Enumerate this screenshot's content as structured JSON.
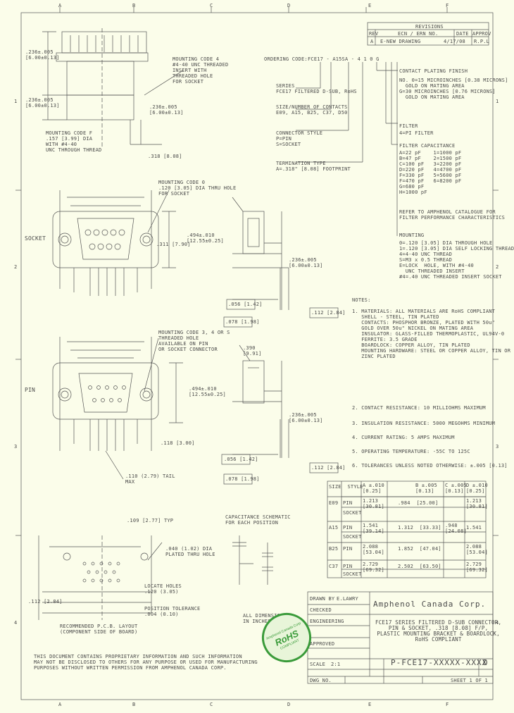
{
  "zones": {
    "top": [
      "A",
      "B",
      "C",
      "D",
      "E",
      "F"
    ],
    "bottom": [
      "A",
      "B",
      "C",
      "D",
      "E",
      "F"
    ],
    "side": [
      "1",
      "2",
      "3",
      "4"
    ]
  },
  "revisions": {
    "title": "REVISIONS",
    "headers": [
      "REV",
      "ECN / ERN NO.",
      "DATE",
      "APPROV"
    ],
    "row": [
      "A",
      "E-NEW DRAWING",
      "4/17/08",
      "R.P.L"
    ]
  },
  "ordering": {
    "label": "ORDERING CODE:",
    "code": "FCE17 - A15SA - 4 1 0 G",
    "series": "SERIES\nFCE17 FILTERED D-SUB, RoHS",
    "size": "SIZE/NUMBER OF CONTACTS\nE09, A15, B25, C37, D50",
    "connector_style": "CONNECTOR STYLE\nP=PIN\nS=SOCKET",
    "termination": "TERMINATION TYPE\nA=.318\" [8.08] FOOTPRINT",
    "plating_title": "CONTACT PLATING FINISH",
    "plating": "NO. 0=15 MICROINCHES [0.38 MICRONS]\n  GOLD ON MATING AREA\nG=30 MICROINCHES [0.76 MICRONS]\n  GOLD ON MATING AREA",
    "filter_title": "FILTER",
    "filter": "4=PI FILTER",
    "cap_title": "FILTER CAPACITANCE",
    "cap_values": "A=22 pF    1=1000 pF\nB=47 pF    2=1500 pF\nC=100 pF   3=2200 pF\nD=220 pF   4=4700 pF\nF=330 pF   5=5600 pF\nF=470 pF   6=8200 pF\nG=680 pF\nH=1000 pF",
    "refer": "REFER TO AMPHENOL CATALOGUE FOR\nFILTER PERFORMANCE CHARACTERISTICS",
    "mounting_title": "MOUNTING",
    "mounting": "0=.120 [3.05] DIA THROUGH HOLE\n1=.120 [3.05] DIA SELF LOCKING THREAD\n4=4-40 UNC THREAD\nS=M3 x 0.5 THREAD\nE=LOCK  HOLE, WITH #4-40\n  UNC THREADED INSERT\n#4=.40 UNC THREADED INSERT SOCKET"
  },
  "notes": {
    "title": "NOTES:",
    "items": [
      "1. MATERIALS: ALL MATERIALS ARE RoHS COMPLIANT\n   SHELL - STEEL, TIN PLATED\n   CONTACTS: PHOSPHOR BRONZE, PLATED WITH 50u\"\n   GOLD OVER 50u\" NICKEL ON MATING AREA\n   INSULATOR: GLASS-FILLED THERMOPLASTIC, UL94V-0\n   FERRITE: 3.5 GRADE\n   BOARDLOCK: COPPER ALLOY, TIN PLATED\n   MOUNTING HARDWARE: STEEL OR COPPER ALLOY, TIN OR\n   ZINC PLATED",
      "2. CONTACT RESISTANCE: 10 MILLIOHMS MAXIMUM",
      "3. INSULATION RESISTANCE: 5000 MEGOHMS MINIMUM",
      "4. CURRENT RATING: 5 AMPS MAXIMUM",
      "5. OPERATING TEMPERATURE: -55C TO 125C",
      "6. TOLERANCES UNLESS NOTED OTHERWISE: ±.005 [0.13]"
    ]
  },
  "dim_table": {
    "headers": [
      "SIZE  STYLE",
      "A ±.010\n[0.25]",
      "B ±.005\n[0.13]",
      "C ±.005\n[0.13]",
      "D ±.010\n[0.25]"
    ],
    "rows": [
      [
        "E09",
        "PIN",
        "1.213\n[30.81]",
        ".984  [25.00]",
        "",
        "1.213\n[30.81]"
      ],
      [
        "",
        "SOCKET",
        "",
        "",
        "",
        ""
      ],
      [
        "A15",
        "PIN",
        "1.541\n[39.14]",
        "1.312  [33.33]",
        ".948\n[24.08]",
        "1.541"
      ],
      [
        "",
        "SOCKET",
        "",
        "",
        "",
        ""
      ],
      [
        "B25",
        "PIN",
        "2.088\n[53.04]",
        "1.852  [47.04]",
        "",
        "2.088\n[53.04]"
      ],
      [
        "C37",
        "PIN",
        "2.729\n[69.32]",
        "2.502  [63.50]",
        "",
        "2.729\n[69.32]"
      ],
      [
        "",
        "SOCKET",
        "",
        "",
        "",
        ""
      ]
    ]
  },
  "labels": {
    "socket": "SOCKET",
    "pin": "PIN",
    "mounting_code_socket": "MOUNTING CODE 4\n#4-40 UNC THREADED\nINSERT WITH\nTHREADED HOLE\nFOR SOCKET",
    "mounting_code_0": "MOUNTING CODE 0\n.120 [3.05] DIA THRU HOLE\nFOR SOCKET",
    "mounting_code_f": "MOUNTING CODE F\n.157 [3.99] DIA\nWITH #4-40\nUNC THROUGH THREAD",
    "mounting_code_3": "MOUNTING CODE 3, 4 OR S\nTHREADED HOLE\nAVAILABLE ON PIN\nOR SOCKET CONNECTOR",
    "dim_318": ".318 [8.08]",
    "dim_494": ".494±.010\n[12.55±0.25]",
    "dim_311": ".311 [7.90]",
    "dim_236": ".236±.005\n[6.00±0.13]",
    "dim_112": ".112 [2.84]",
    "dim_056": ".056 [1.42]",
    "dim_078": ".078 [1.98]",
    "dim_390": ".390\n[9.91]",
    "dim_118": ".118 [3.00]",
    "capacitance": "CAPACITANCE SCHEMATIC\nFOR EACH POSITION",
    "board_layout": "RECOMMENDED P.C.B. LAYOUT\n(COMPONENT SIDE OF BOARD)",
    "locate_holes": "LOCATE HOLES\n.120 (3.05)",
    "position_tol": "POSITION TOLERANCE\n.004 (0.10)",
    "dia_hole": ".040 (1.02) DIA\nPLATED THRU HOLE",
    "eq_space": ".109 [2.77] TYP",
    "dims_note": "ALL DIMENSIONS\nIN INCHES [MM]",
    "pitch": ".112 [2.84]",
    "pc_tail": ".110 (2.79) TAIL\nMAX"
  },
  "title_block": {
    "drawn_by_label": "DRAWN BY",
    "drawn_by": "E.LAWRY",
    "checked_label": "CHECKED",
    "eng_label": "ENGINEERING",
    "approved_label": "APPROVED",
    "company": "Amphenol Canada Corp.",
    "description": "FCE17 SERIES FILTERED D-SUB CONNECTOR,\nPIN & SOCKET, .318 [8.08] F/P,\nPLASTIC MOUNTING BRACKET & BOARDLOCK,\nRoHS COMPLIANT",
    "scale_label": "SCALE",
    "scale": "2:1",
    "dwg_label": "DWG NO.",
    "dwg_no": "P-FCE17-XXXXX-XXXX",
    "rev": "D",
    "sheet": "SHEET 1 OF 1",
    "confidential": "THIS DOCUMENT CONTAINS PROPRIETARY INFORMATION AND SUCH INFORMATION\nMAY NOT BE DISCLOSED TO OTHERS FOR ANY PURPOSE OR USED FOR MANUFACTURING\nPURPOSES WITHOUT WRITTEN PERMISSION FROM AMPHENOL CANADA CORP."
  },
  "rohs": {
    "ring": "Amphenol Canada Corp",
    "mark": "RoHS",
    "sub": "COMPLIANT"
  },
  "colors": {
    "background": "#fbfdea",
    "ink": "#4a4a4a",
    "rohs_green": "#3a9b3a"
  }
}
